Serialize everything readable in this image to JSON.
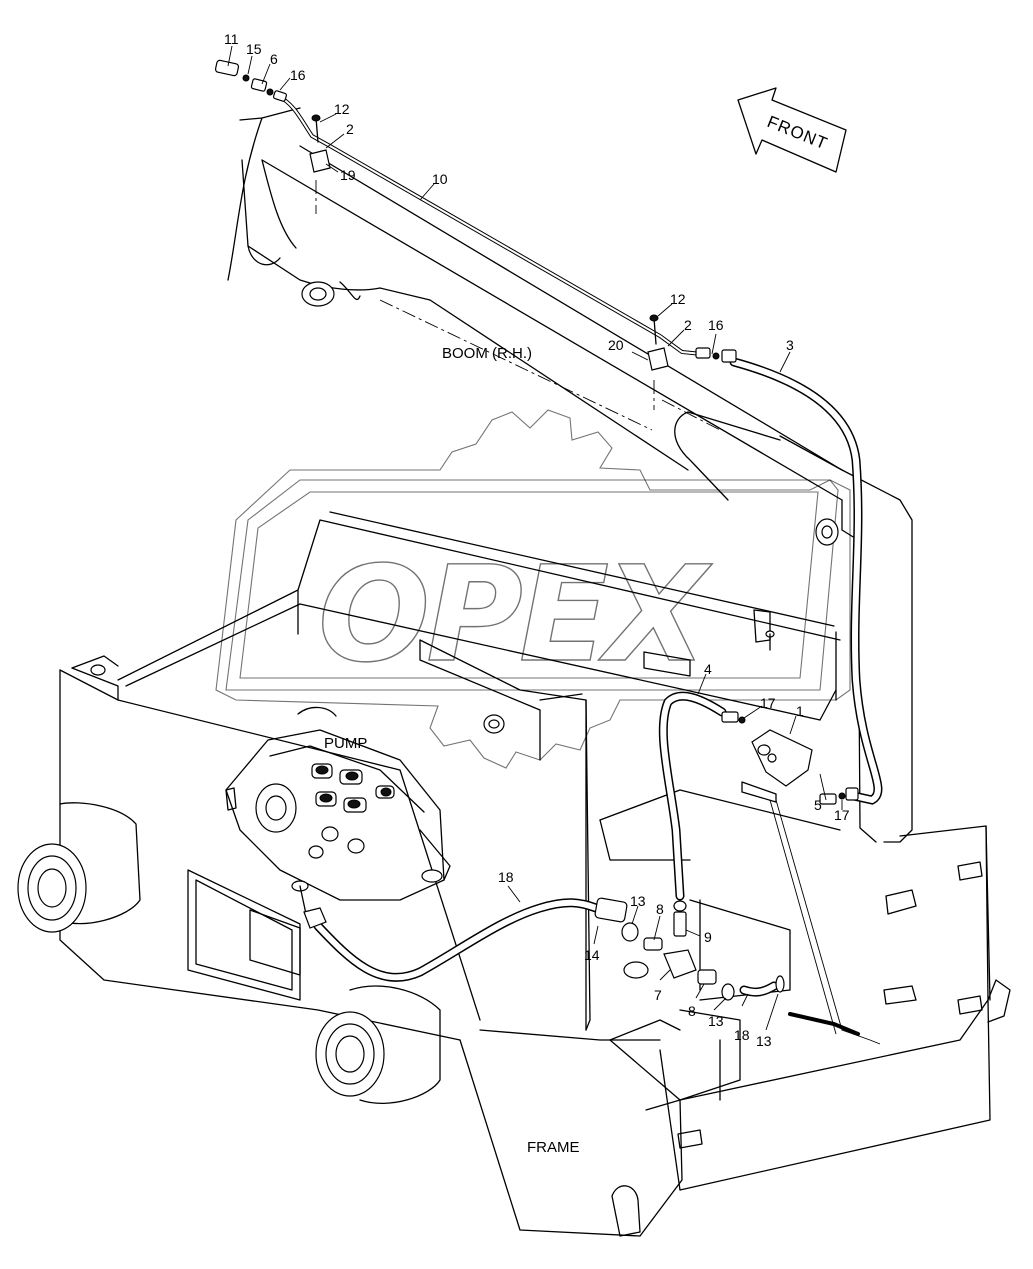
{
  "labels": {
    "boom": "BOOM (R.H.)",
    "frame": "FRAME",
    "pump": "PUMP",
    "front": "FRONT"
  },
  "watermark": {
    "text": "OPEX"
  },
  "callouts": [
    {
      "id": "c11a",
      "text": "11"
    },
    {
      "id": "c15",
      "text": "15"
    },
    {
      "id": "c6",
      "text": "6"
    },
    {
      "id": "c16a",
      "text": "16"
    },
    {
      "id": "c12a",
      "text": "12"
    },
    {
      "id": "c2a",
      "text": "2"
    },
    {
      "id": "c19",
      "text": "19"
    },
    {
      "id": "c10",
      "text": "10"
    },
    {
      "id": "c12b",
      "text": "12"
    },
    {
      "id": "c2b",
      "text": "2"
    },
    {
      "id": "c16b",
      "text": "16"
    },
    {
      "id": "c20",
      "text": "20"
    },
    {
      "id": "c3",
      "text": "3"
    },
    {
      "id": "c4",
      "text": "4"
    },
    {
      "id": "c17a",
      "text": "17"
    },
    {
      "id": "c1",
      "text": "1"
    },
    {
      "id": "c5",
      "text": "5"
    },
    {
      "id": "c17b",
      "text": "17"
    },
    {
      "id": "c18a",
      "text": "18"
    },
    {
      "id": "c13a",
      "text": "13"
    },
    {
      "id": "c8a",
      "text": "8"
    },
    {
      "id": "c9",
      "text": "9"
    },
    {
      "id": "c14",
      "text": "14"
    },
    {
      "id": "c7",
      "text": "7"
    },
    {
      "id": "c8b",
      "text": "8"
    },
    {
      "id": "c13b",
      "text": "13"
    },
    {
      "id": "c18b",
      "text": "18"
    },
    {
      "id": "c13c",
      "text": "13"
    }
  ]
}
